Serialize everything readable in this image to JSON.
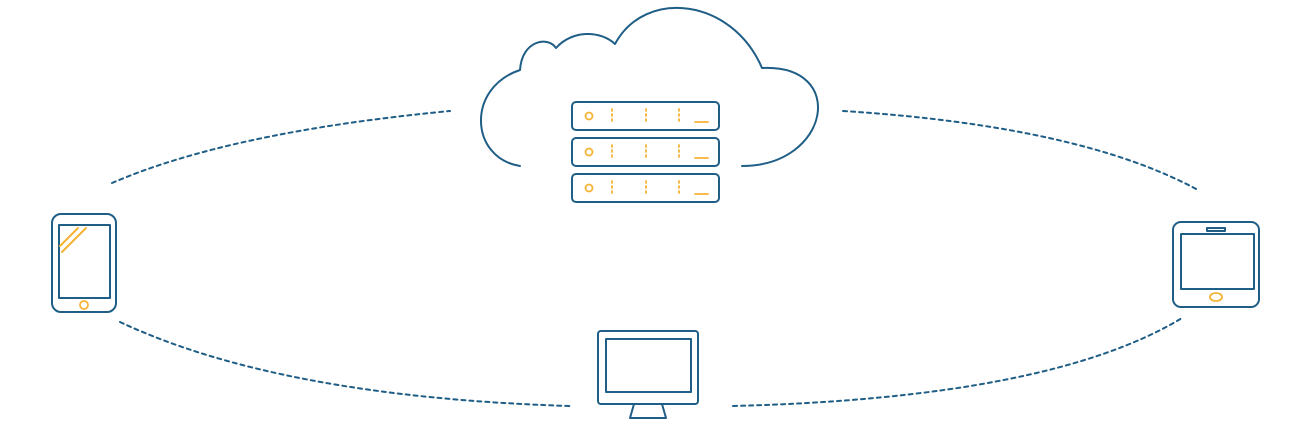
{
  "diagram": {
    "nodes": [
      {
        "id": "cloud-server",
        "icon": "cloud-server-icon"
      },
      {
        "id": "smartphone",
        "icon": "smartphone-icon"
      },
      {
        "id": "tablet",
        "icon": "tablet-icon"
      },
      {
        "id": "desktop-monitor",
        "icon": "monitor-icon"
      }
    ],
    "connections": [
      {
        "from": "smartphone",
        "to": "cloud-server",
        "style": "dashed"
      },
      {
        "from": "cloud-server",
        "to": "tablet",
        "style": "dashed"
      },
      {
        "from": "smartphone",
        "to": "desktop-monitor",
        "style": "dashed"
      },
      {
        "from": "desktop-monitor",
        "to": "tablet",
        "style": "dashed"
      }
    ]
  },
  "colors": {
    "primary": "#1f5e86",
    "accent": "#f5b335",
    "background": "#ffffff"
  }
}
